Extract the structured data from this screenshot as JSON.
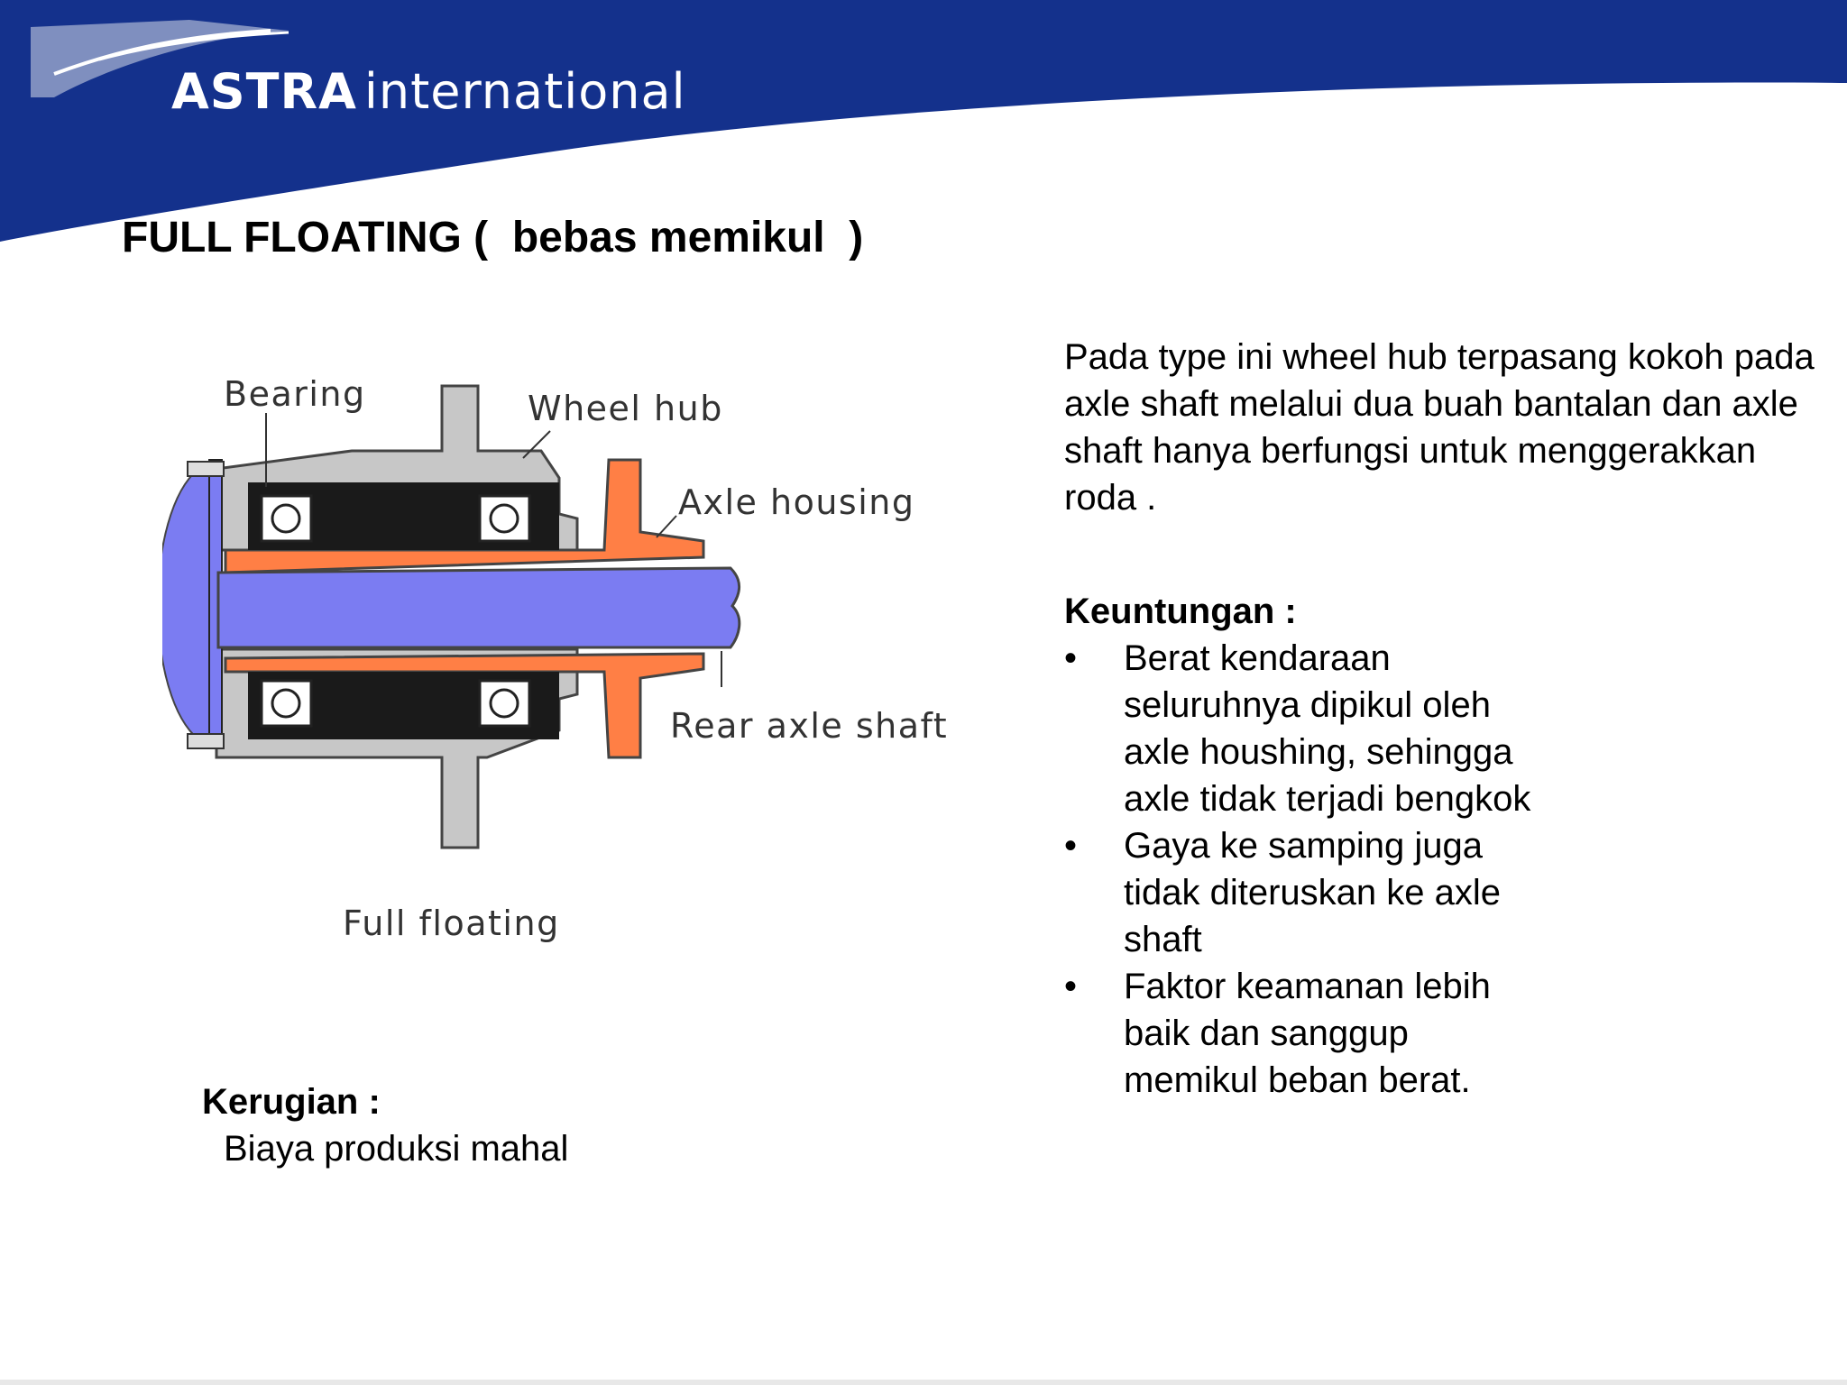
{
  "header": {
    "brand_bold": "ASTRA",
    "brand_light": "international",
    "colors": {
      "band": "#14318c",
      "logo_swoosh": "#7f8fbf"
    }
  },
  "title": "FULL FLOATING (  bebas memikul  )",
  "diagram": {
    "labels": {
      "bearing": "Bearing",
      "wheel_hub": "Wheel hub",
      "axle_housing": "Axle housing",
      "rear_axle_shaft": "Rear axle shaft"
    },
    "caption": "Full floating",
    "colors": {
      "axle_shaft": "#7b7cf2",
      "axle_housing": "#ff7f45",
      "wheel_hub": "#c7c7c7",
      "bearing_seal": "#1a1a1a"
    }
  },
  "description": "Pada type ini wheel hub terpasang kokoh pada axle shaft melalui dua buah bantalan dan axle shaft hanya berfungsi untuk menggerakkan roda .",
  "advantages": {
    "title": "Keuntungan :",
    "bullet": "•",
    "items": [
      "Berat kendaraan seluruhnya dipikul oleh axle houshing,  sehingga axle tidak terjadi bengkok",
      "Gaya ke samping juga tidak diteruskan ke axle shaft",
      "Faktor keamanan lebih baik dan sanggup memikul beban  berat."
    ]
  },
  "disadvantages": {
    "title": "Kerugian :",
    "text": "Biaya produksi mahal"
  }
}
